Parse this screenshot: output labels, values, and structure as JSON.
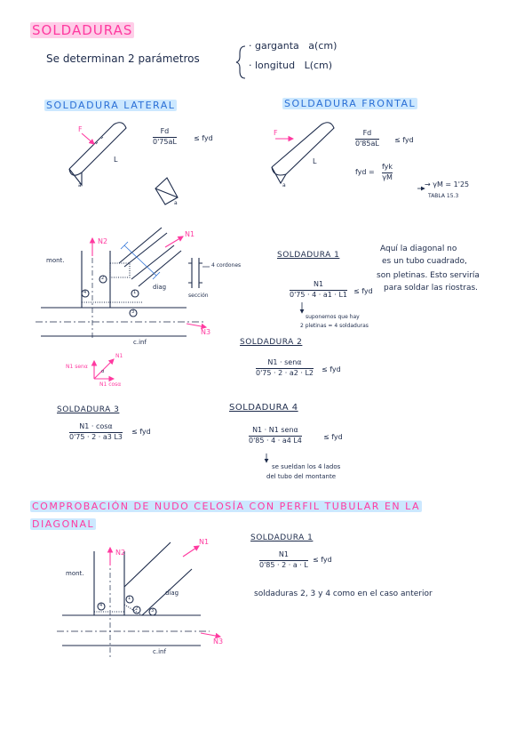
{
  "title": "SOLDADURAS",
  "intro": {
    "lead": "Se determinan 2 parámetros",
    "param1_name": "· garganta",
    "param1_sym": "a(cm)",
    "param2_name": "· longitud",
    "param2_sym": "L(cm)"
  },
  "lateral": {
    "heading": "SOLDADURA LATERAL",
    "label_F": "F",
    "label_L": "L",
    "label_a": "a",
    "label_a2": "a",
    "num": "Fd",
    "den": "0'75aL",
    "rhs": "≤ fyd"
  },
  "frontal": {
    "heading": "SOLDADURA FRONTAL",
    "label_F": "F",
    "label_L": "L",
    "label_a": "a",
    "num": "Fd",
    "den": "0'85aL",
    "rhs": "≤ fyd",
    "fyd_lhs": "fyd =",
    "fyd_num": "fyk",
    "fyd_den": "γM",
    "gamma": "→ γM = 1'25",
    "tabla": "TABLA 15.3"
  },
  "node1": {
    "N1": "N1",
    "N2": "N2",
    "N3": "N3",
    "mont": "mont.",
    "diag": "diag",
    "cinf": "c.inf",
    "cordones": "4 cordones",
    "seccion": "sección",
    "n1": "1",
    "n2": "2",
    "n3": "3",
    "n4": "4"
  },
  "vectors": {
    "N1": "N1",
    "N1sen": "N1 senα",
    "N1cos": "N1 cosα",
    "alpha": "α"
  },
  "weld1": {
    "heading": "SOLDADURA 1",
    "num": "N1",
    "den": "0'75 · 4 · a1 · L1",
    "rhs": "≤ fyd",
    "note1": "Aquí la diagonal no",
    "note2": "es un tubo cuadrado,",
    "note3": "son pletinas. Esto serviría",
    "note4": "para soldar las riostras.",
    "sub1": "suponemos que hay",
    "sub2": "2 pletinas = 4 soldaduras"
  },
  "weld2": {
    "heading": "SOLDADURA 2",
    "num": "N1 · senα",
    "den": "0'75 · 2 · a2 · L2",
    "rhs": "≤ fyd"
  },
  "weld3": {
    "heading": "SOLDADURA 3",
    "num": "N1 · cosα",
    "den": "0'75 · 2 · a3 L3",
    "rhs": "≤ fyd"
  },
  "weld4": {
    "heading": "SOLDADURA 4",
    "num": "N1 · N1 senα",
    "den": "0'85 · 4 · a4 L4",
    "rhs": "≤ fyd",
    "sub1": "se sueldan los 4 lados",
    "sub2": "del tubo del montante"
  },
  "section2": {
    "heading1": "COMPROBACIÓN DE NUDO CELOSÍA CON PERFIL TUBULAR EN LA",
    "heading2": "DIAGONAL",
    "weld_heading": "SOLDADURA 1",
    "num": "N1",
    "den": "0'85 · 2 · a · L",
    "rhs": "≤ fyd",
    "note": "soldaduras 2, 3 y 4 como en el caso anterior"
  },
  "node2": {
    "N1": "N1",
    "N2": "N2",
    "N3": "N3",
    "mont": "mont.",
    "diag": "diag",
    "cinf": "c.inf",
    "n1": "1",
    "n2": "2",
    "n3": "3",
    "n4": "4"
  },
  "colors": {
    "pink": "#ff3aa0",
    "blue": "#2a6fd6",
    "ink": "#1c2a4a"
  }
}
